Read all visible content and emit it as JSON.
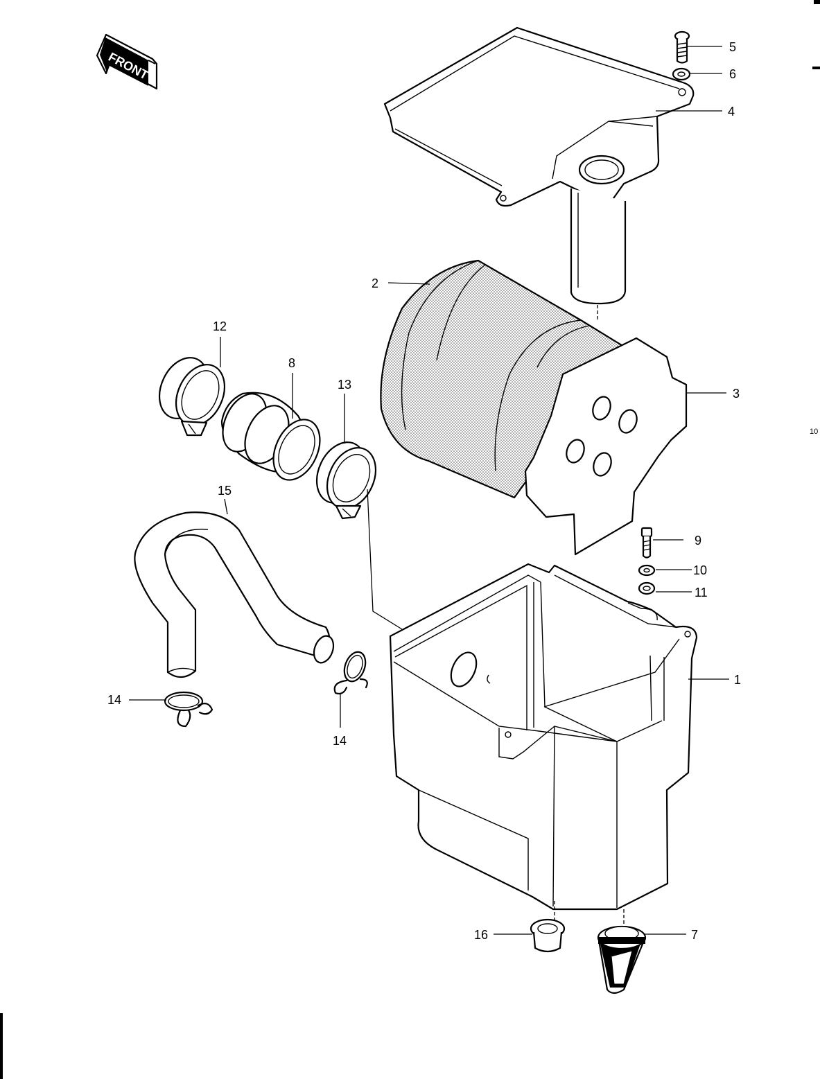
{
  "front_badge": {
    "text": "FRONT"
  },
  "labels": {
    "p1": "1",
    "p2": "2",
    "p3": "3",
    "p4": "4",
    "p5": "5",
    "p6": "6",
    "p7": "7",
    "p8": "8",
    "p9": "9",
    "p10": "10",
    "p11": "11",
    "p12": "12",
    "p13": "13",
    "p14a": "14",
    "p14b": "14",
    "p15": "15",
    "p16": "16"
  },
  "page_marker": "10"
}
